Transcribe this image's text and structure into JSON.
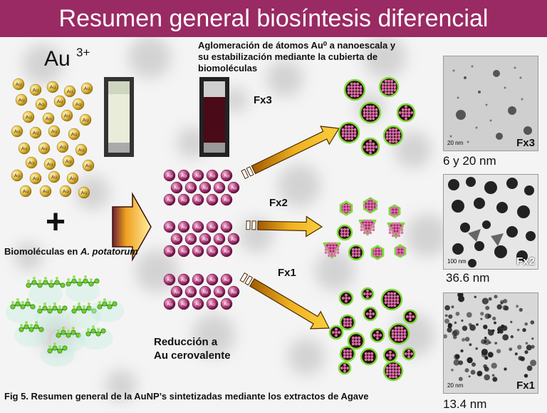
{
  "title": "Resumen general biosíntesis diferencial",
  "ion_label": "Au",
  "ion_charge": "3+",
  "particle_label": "Au",
  "biomolecules_label": "Biomoléculas en",
  "biomolecules_species": "A. potatorum",
  "plus_sign": "+",
  "agglomeration_text": [
    "Aglomeración de átomos Au⁰ a nanoescala y",
    "su estabilización mediante la cubierta de",
    "biomoléculas"
  ],
  "reduction_text": [
    "Reducción a",
    "Au cerovalente"
  ],
  "fractions": {
    "fx3": {
      "label": "Fx3",
      "size": "6 y 20 nm",
      "scale": "20 nm"
    },
    "fx2": {
      "label": "Fx2",
      "size": "36.6 nm",
      "scale": "100 nm"
    },
    "fx1": {
      "label": "Fx1",
      "size": "13.4 nm",
      "scale": "20 nm"
    }
  },
  "caption": "Fig  5. Resumen general de la AuNP’s sintetizadas mediante los extractos de Agave",
  "colors": {
    "title_bg": "#9a2a63",
    "gold_ion": "#e8c040",
    "nanoparticle": "#a0306a",
    "shell": "#7ddc3a",
    "arrow": "#e0a010"
  }
}
